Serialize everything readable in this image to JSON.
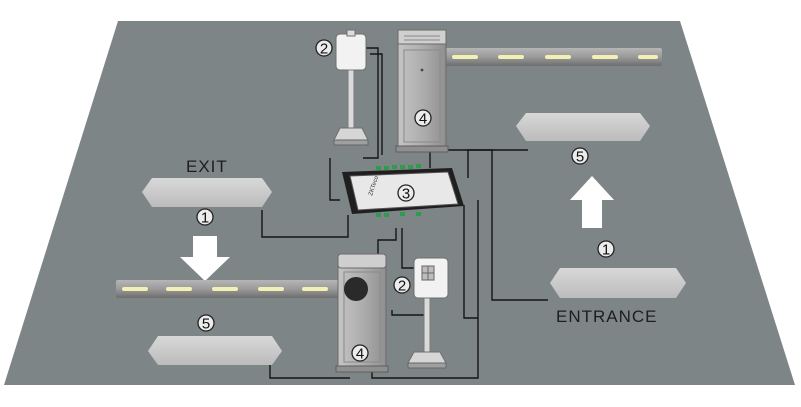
{
  "labels": {
    "exit": "EXIT",
    "entrance": "ENTRANCE"
  },
  "markers": {
    "loop_detector_exit": "1",
    "loop_detector_entrance": "1",
    "reader_top": "2",
    "reader_bottom": "2",
    "controller": "3",
    "barrier_top": "4",
    "barrier_bottom": "4",
    "sensor_pad_entrance": "5",
    "sensor_pad_exit": "5"
  },
  "controller": {
    "brand": "ZKTeco"
  },
  "colors": {
    "ground": "#7e8587",
    "pad": "#c9c9c9",
    "arm_stripe": "#f3f0b4",
    "cabinet": "#a9a9a9",
    "wire": "#151515"
  },
  "icons": {
    "arrow_exit": "arrow-down-icon",
    "arrow_entrance": "arrow-up-icon"
  }
}
